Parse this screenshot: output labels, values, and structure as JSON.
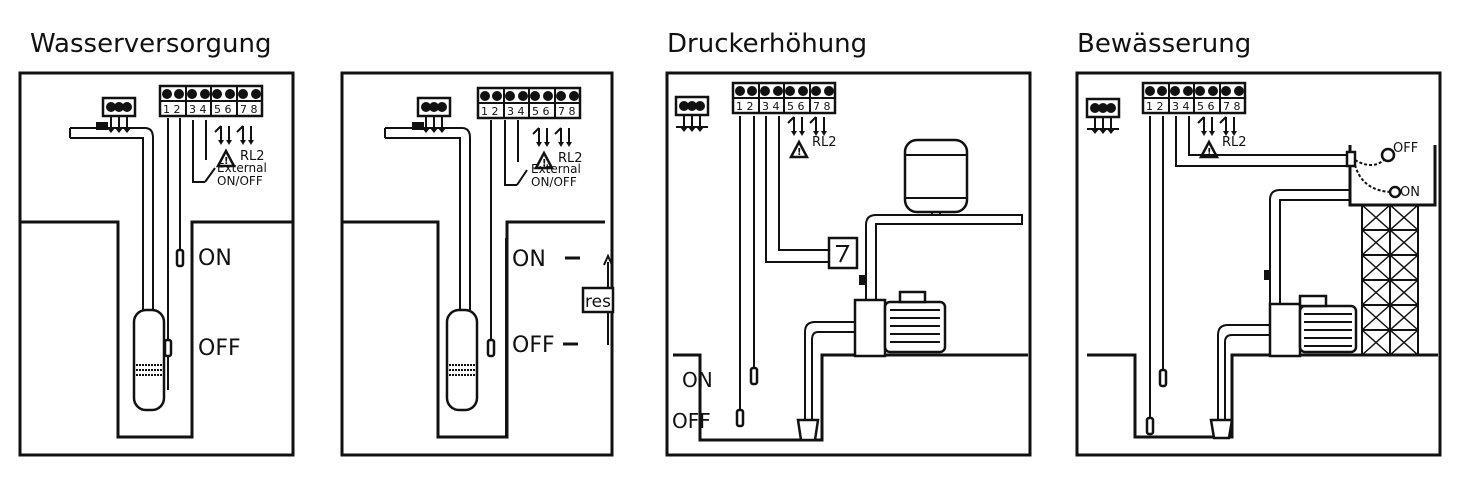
{
  "titles": {
    "water_supply": "Wasserversorgung",
    "pressure_boost": "Druckerhöhung",
    "irrigation": "Bewässerung"
  },
  "terminals": {
    "t12": "1 2",
    "t34": "3 4",
    "t56": "5 6",
    "t78": "7 8"
  },
  "relay_label": "RL2",
  "external_switch": {
    "line1": "External",
    "line2": "ON/OFF"
  },
  "levels": {
    "on": "ON",
    "off": "OFF"
  },
  "reservoir_label": "res",
  "colors": {
    "ink": "#111111",
    "background": "#ffffff"
  }
}
